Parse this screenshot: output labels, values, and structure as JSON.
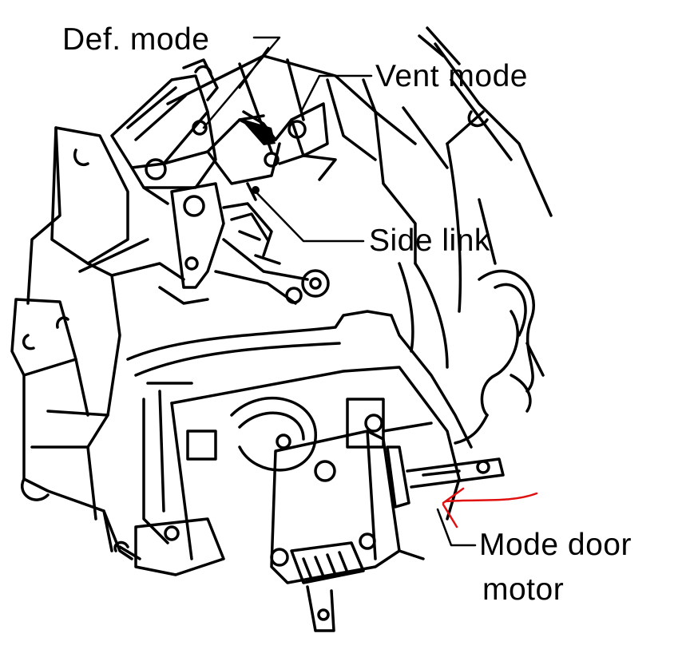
{
  "labels": {
    "def_mode": "Def. mode",
    "vent_mode": "Vent mode",
    "side_link": "Side link",
    "mode_door_motor_line1": "Mode door",
    "mode_door_motor_line2": "motor"
  },
  "colors": {
    "ink": "#000000",
    "annotation": "#e01010",
    "background": "#ffffff"
  }
}
